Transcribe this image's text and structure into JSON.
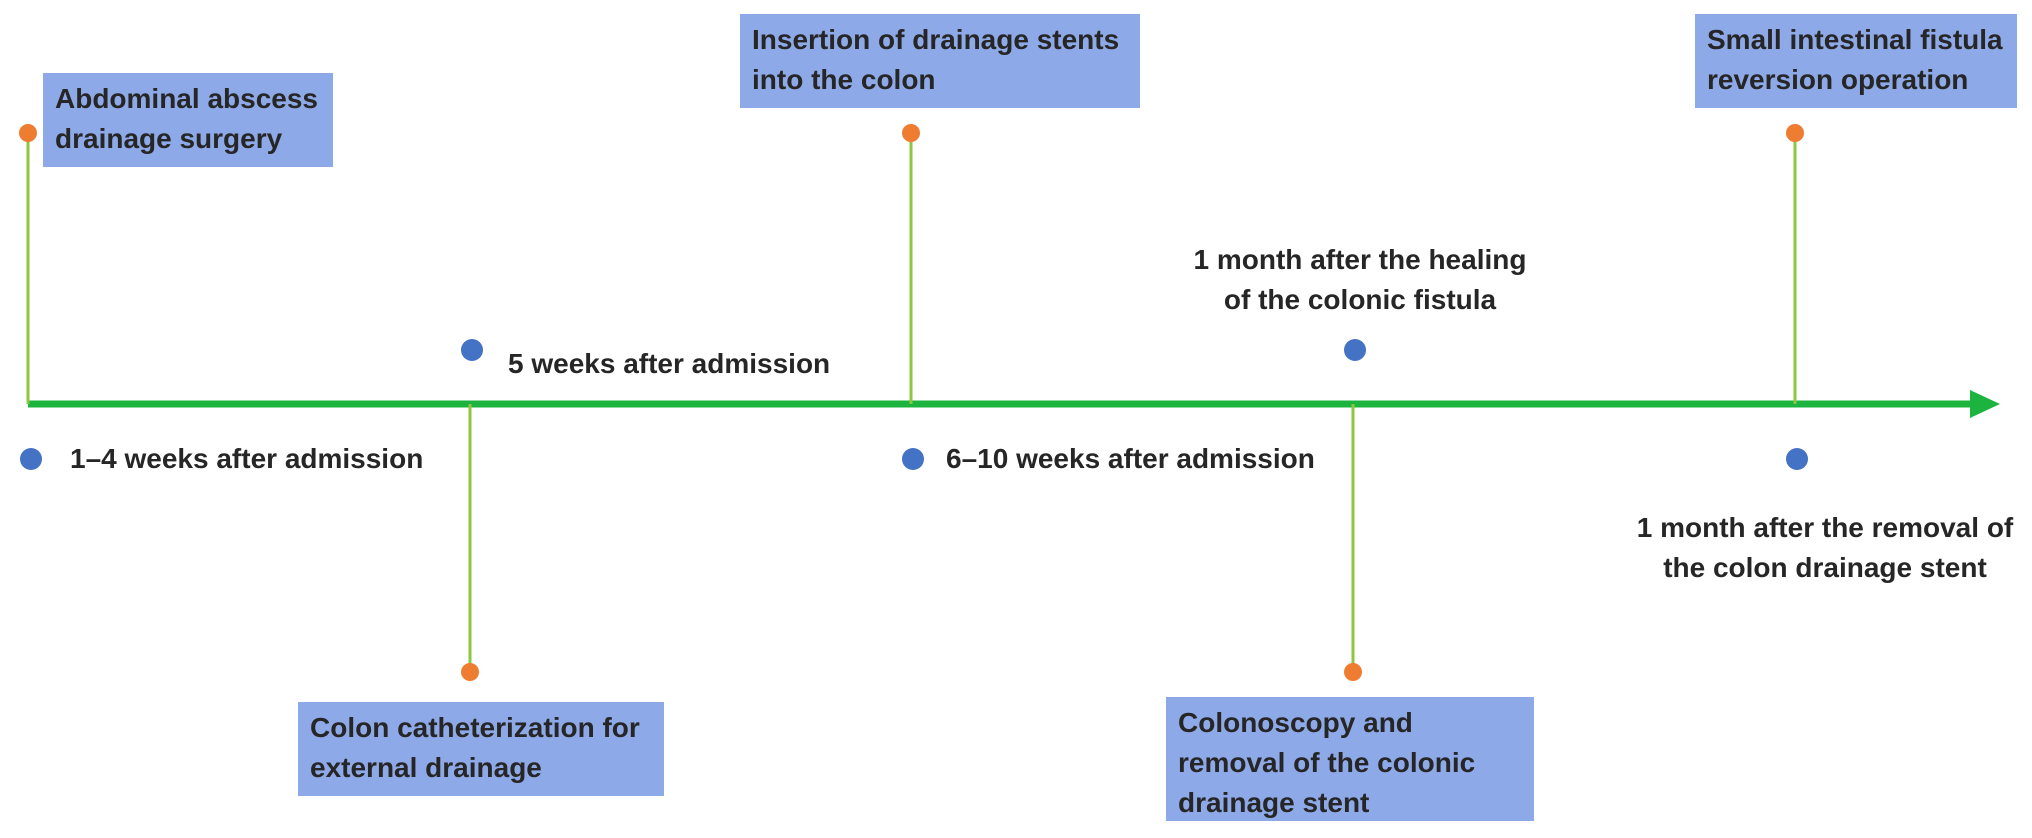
{
  "colors": {
    "axis": "#1db33f",
    "stem": "#8dc63f",
    "event_dot": "#ee7d31",
    "time_dot": "#4472c4",
    "box_fill": "#8ea9e8",
    "text": "#262626"
  },
  "events": [
    {
      "label": "Abdominal abscess drainage surgery",
      "time": "1–4 weeks after admission"
    },
    {
      "label": "Colon catheterization for external drainage",
      "time": "5 weeks after admission"
    },
    {
      "label": "Insertion of drainage stents into the colon",
      "time": "6–10 weeks after admission"
    },
    {
      "label": "Colonoscopy and removal of the colonic drainage stent",
      "time": "1 month after the healing of the colonic fistula"
    },
    {
      "label": "Small intestinal fistula reversion operation",
      "time": "1 month after the removal of the colon drainage stent"
    }
  ]
}
